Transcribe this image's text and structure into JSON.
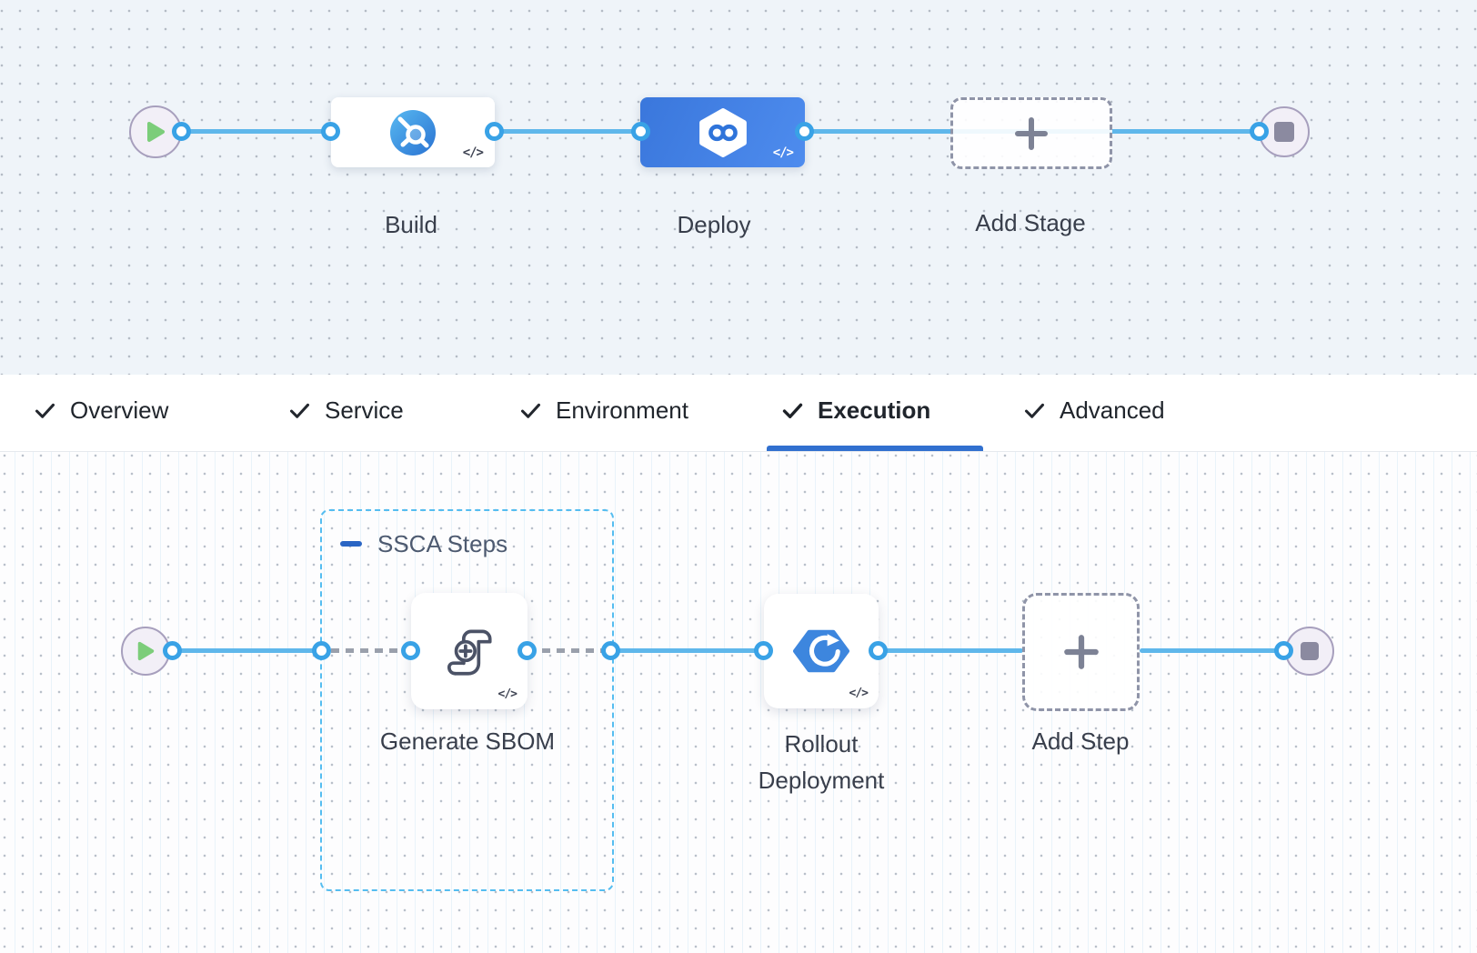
{
  "stage_flow": {
    "stages": [
      {
        "label": "Build",
        "icon": "ci-build-icon",
        "state": "default"
      },
      {
        "label": "Deploy",
        "icon": "cd-deploy-icon",
        "state": "selected"
      },
      {
        "label": "Add Stage",
        "icon": "plus-icon",
        "state": "placeholder"
      }
    ],
    "code_toggle_glyph": "</>"
  },
  "tabs": [
    {
      "label": "Overview",
      "checked": true,
      "active": false
    },
    {
      "label": "Service",
      "checked": true,
      "active": false
    },
    {
      "label": "Environment",
      "checked": true,
      "active": false
    },
    {
      "label": "Execution",
      "checked": true,
      "active": true
    },
    {
      "label": "Advanced",
      "checked": true,
      "active": false
    }
  ],
  "execution_flow": {
    "group": {
      "label": "SSCA Steps",
      "collapsed": false
    },
    "steps": [
      {
        "label": "Generate SBOM",
        "icon": "sbom-scroll-icon"
      },
      {
        "label": "Rollout Deployment",
        "icon": "rollout-hexagon-icon"
      },
      {
        "label": "Add Step",
        "icon": "plus-icon"
      }
    ],
    "code_toggle_glyph": "</>"
  },
  "colors": {
    "active_tab_underline": "#3170cf",
    "edge_blue": "#5fb7eb",
    "port_ring_blue": "#39a2e6",
    "selected_stage_blue": "#4282e4",
    "group_border_blue": "#55bdf0",
    "dashed_connector_gray": "#9aa0ac",
    "play_green": "#7ccd7a",
    "stop_gray": "#8b8aa0"
  }
}
